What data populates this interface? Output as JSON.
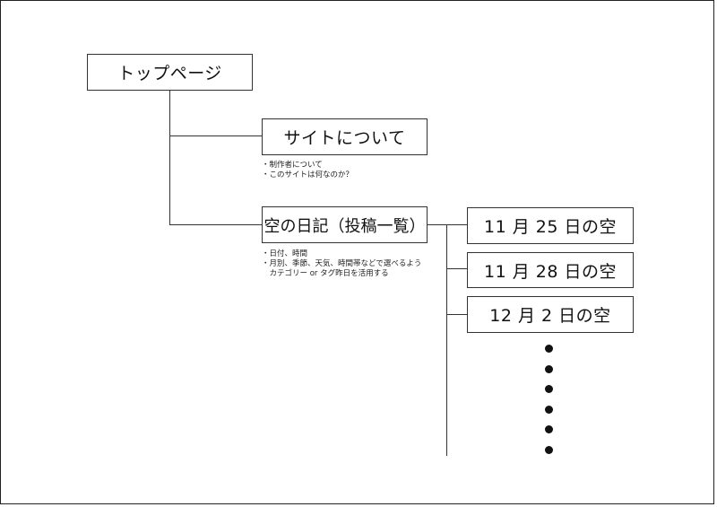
{
  "nodes": {
    "top": "トップページ",
    "about": "サイトについて",
    "diary": "空の日記（投稿一覧）",
    "entries": [
      "11 月 25 日の空",
      "11 月 28 日の空",
      "12 月 2 日の空"
    ]
  },
  "notes": {
    "about": [
      "・制作者について",
      "・このサイトは何なのか？"
    ],
    "diary": [
      "・日付、時間",
      "・月別、季節、天気、時間帯などで選べるよう",
      "　カテゴリー or タグ昨日を活用する"
    ]
  },
  "continuation": {
    "dot_count": 6
  }
}
